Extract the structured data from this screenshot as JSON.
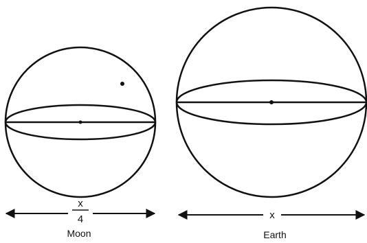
{
  "moon": {
    "label": "Moon",
    "dimension_numerator": "x",
    "dimension_denominator": "4"
  },
  "earth": {
    "label": "Earth",
    "dimension": "x"
  },
  "colors": {
    "stroke": "#111111",
    "background": "#ffffff"
  }
}
